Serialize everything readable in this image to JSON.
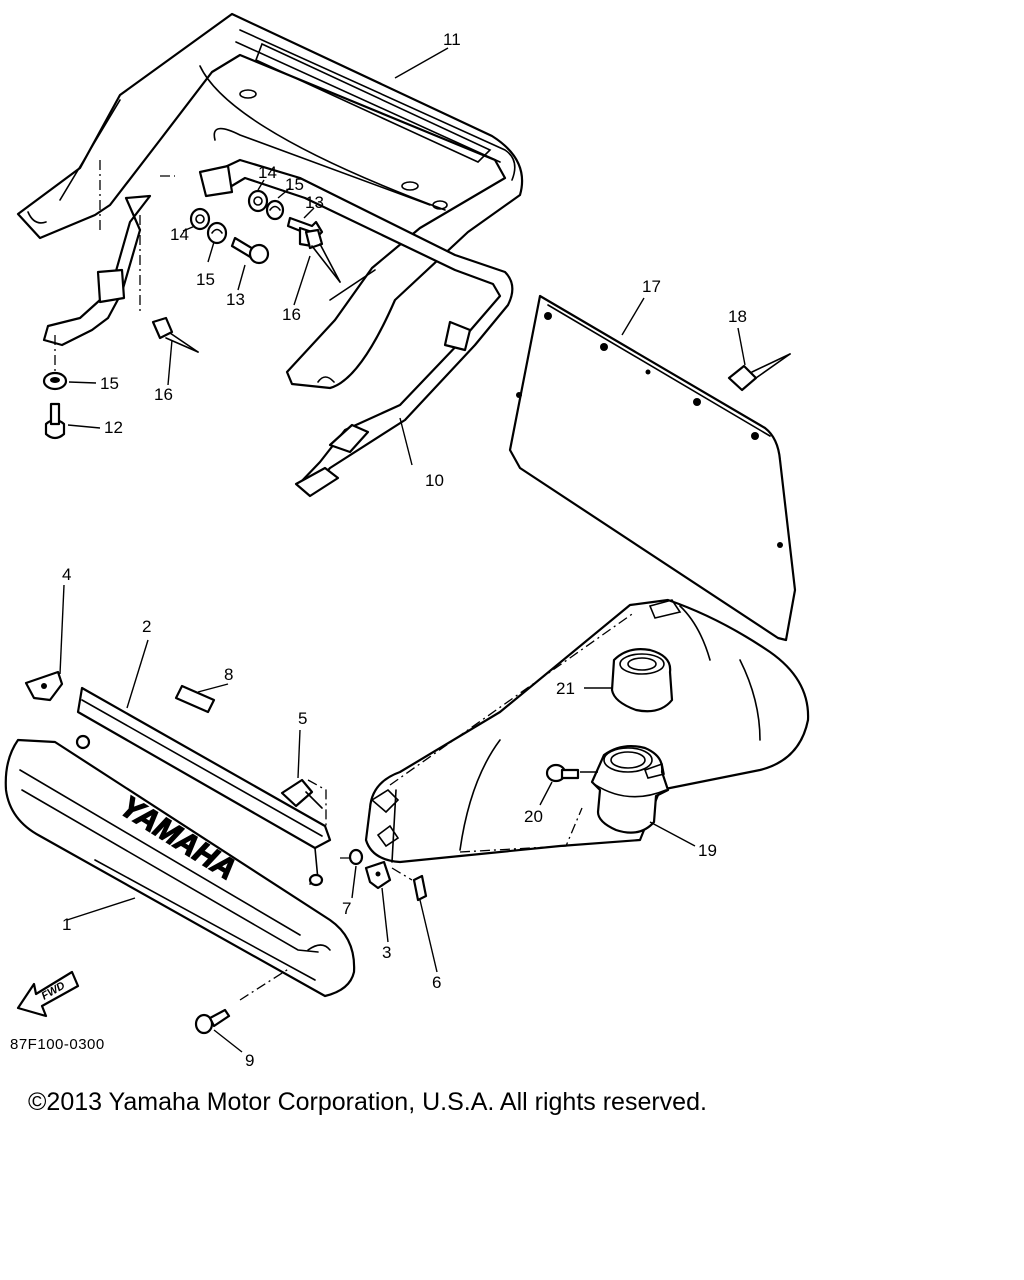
{
  "diagram": {
    "code": "87F100-0300",
    "copyright": "©2013 Yamaha Motor Corporation, U.S.A. All rights reserved.",
    "brand_text": "YAMAHA",
    "forward_label": "FWD",
    "callouts": {
      "c1": "1",
      "c2": "2",
      "c3": "3",
      "c4": "4",
      "c5": "5",
      "c6": "6",
      "c7": "7",
      "c8": "8",
      "c9": "9",
      "c10": "10",
      "c11": "11",
      "c12": "12",
      "c13a": "13",
      "c13b": "13",
      "c14a": "14",
      "c14b": "14",
      "c15a": "15",
      "c15b": "15",
      "c15c": "15",
      "c16a": "16",
      "c16b": "16",
      "c17": "17",
      "c18": "18",
      "c19": "19",
      "c20": "20",
      "c21": "21"
    }
  }
}
